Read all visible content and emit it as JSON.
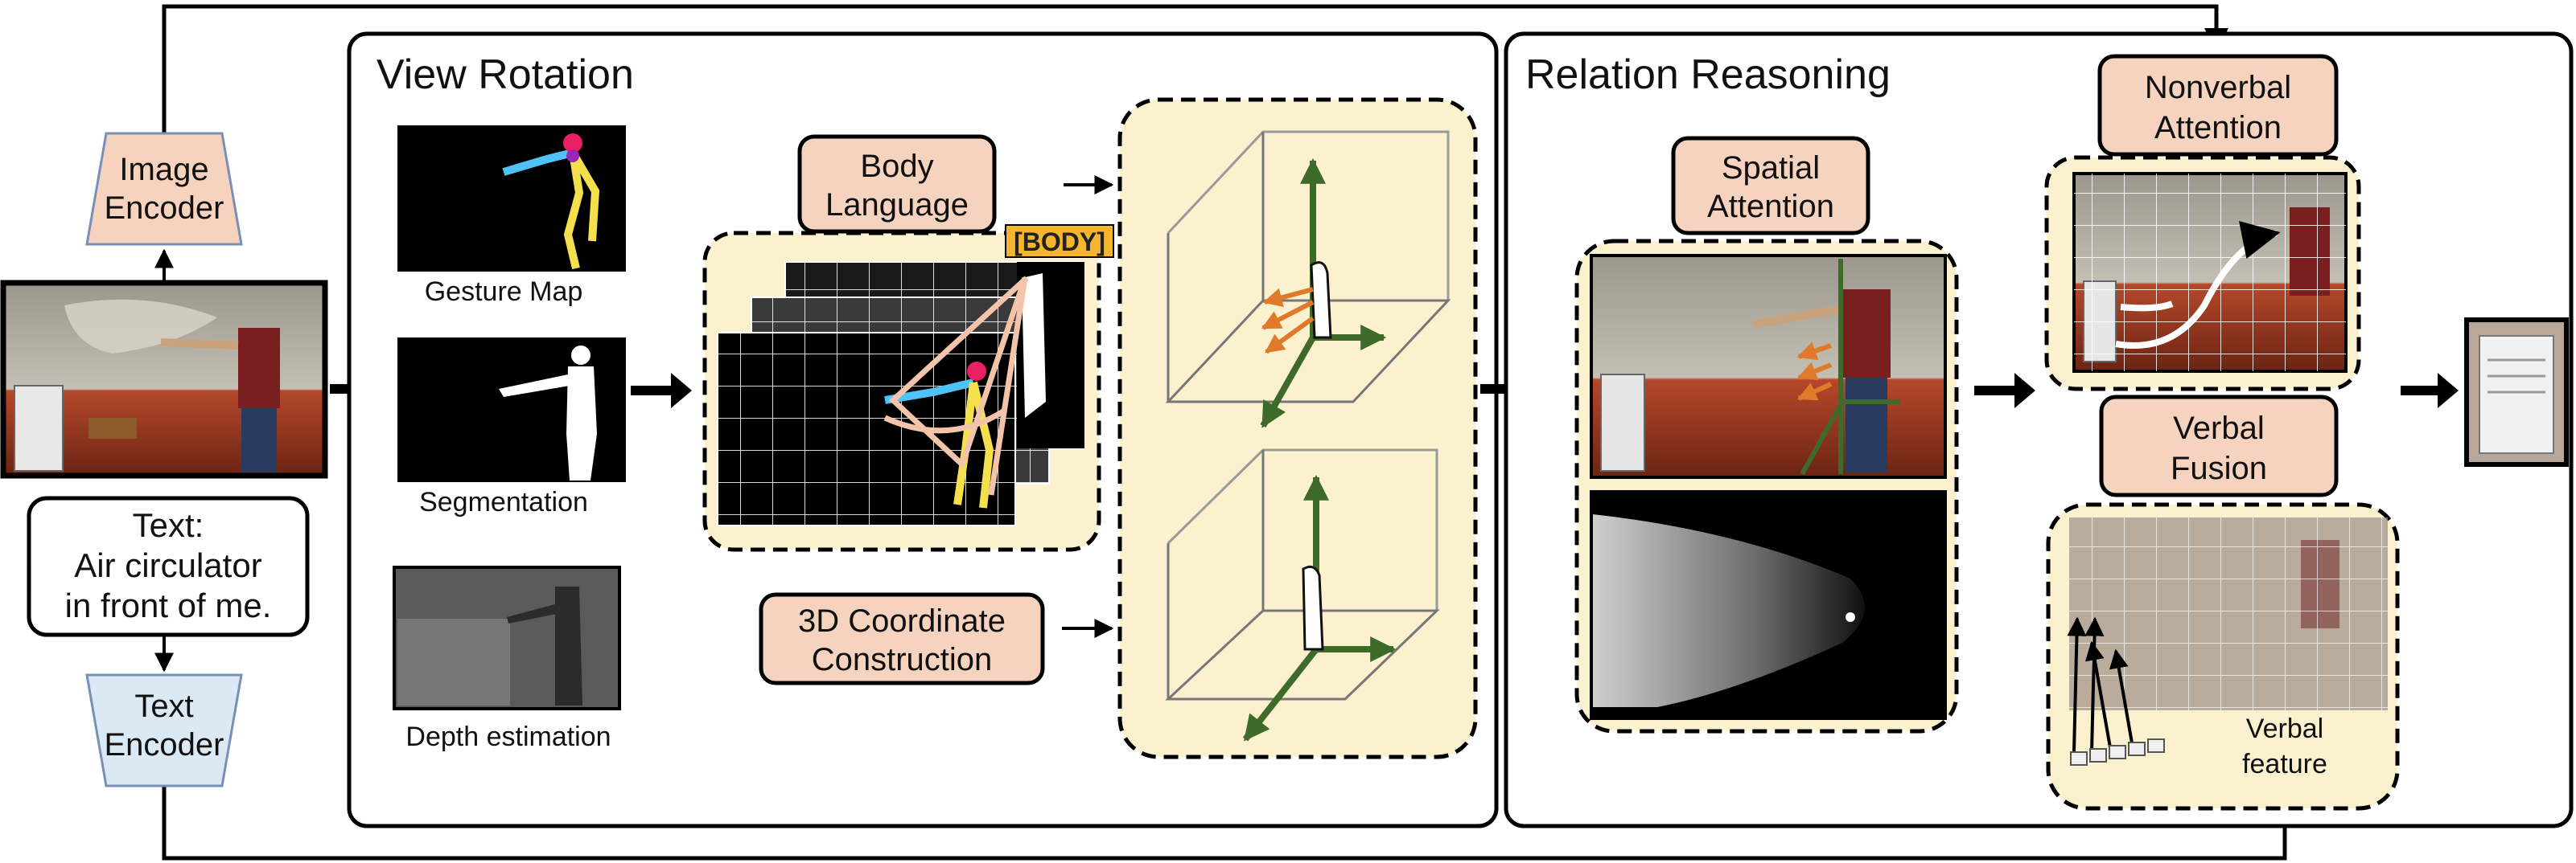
{
  "panels": {
    "view_rotation": "View Rotation",
    "relation_reasoning": "Relation Reasoning"
  },
  "encoders": {
    "image": [
      "Image",
      "Encoder"
    ],
    "text": [
      "Text",
      "Encoder"
    ]
  },
  "text_input": [
    "Text:",
    "Air circulator",
    "in front of me."
  ],
  "captions": {
    "gesture_map": "Gesture Map",
    "segmentation": "Segmentation",
    "depth": "Depth estimation"
  },
  "modules": {
    "body_language": [
      "Body",
      "Language"
    ],
    "coordinate": [
      "3D Coordinate",
      "Construction"
    ],
    "spatial_attention": [
      "Spatial",
      "Attention"
    ],
    "nonverbal_attention": [
      "Nonverbal",
      "Attention"
    ],
    "verbal_fusion": [
      "Verbal",
      "Fusion"
    ]
  },
  "body_token": "[BODY]",
  "verbal_feature": [
    "Verbal",
    "feature"
  ],
  "colors": {
    "module_fill": "#f6d3bf",
    "encoder_fill": "#f6d3bf",
    "text_encoder_fill": "#dbe9f5",
    "highlight_fill": "#fbf1cf",
    "tag_fill": "#f5b52e",
    "axis_green": "#3f6b2a",
    "arrow_orange": "#e07a2a"
  }
}
